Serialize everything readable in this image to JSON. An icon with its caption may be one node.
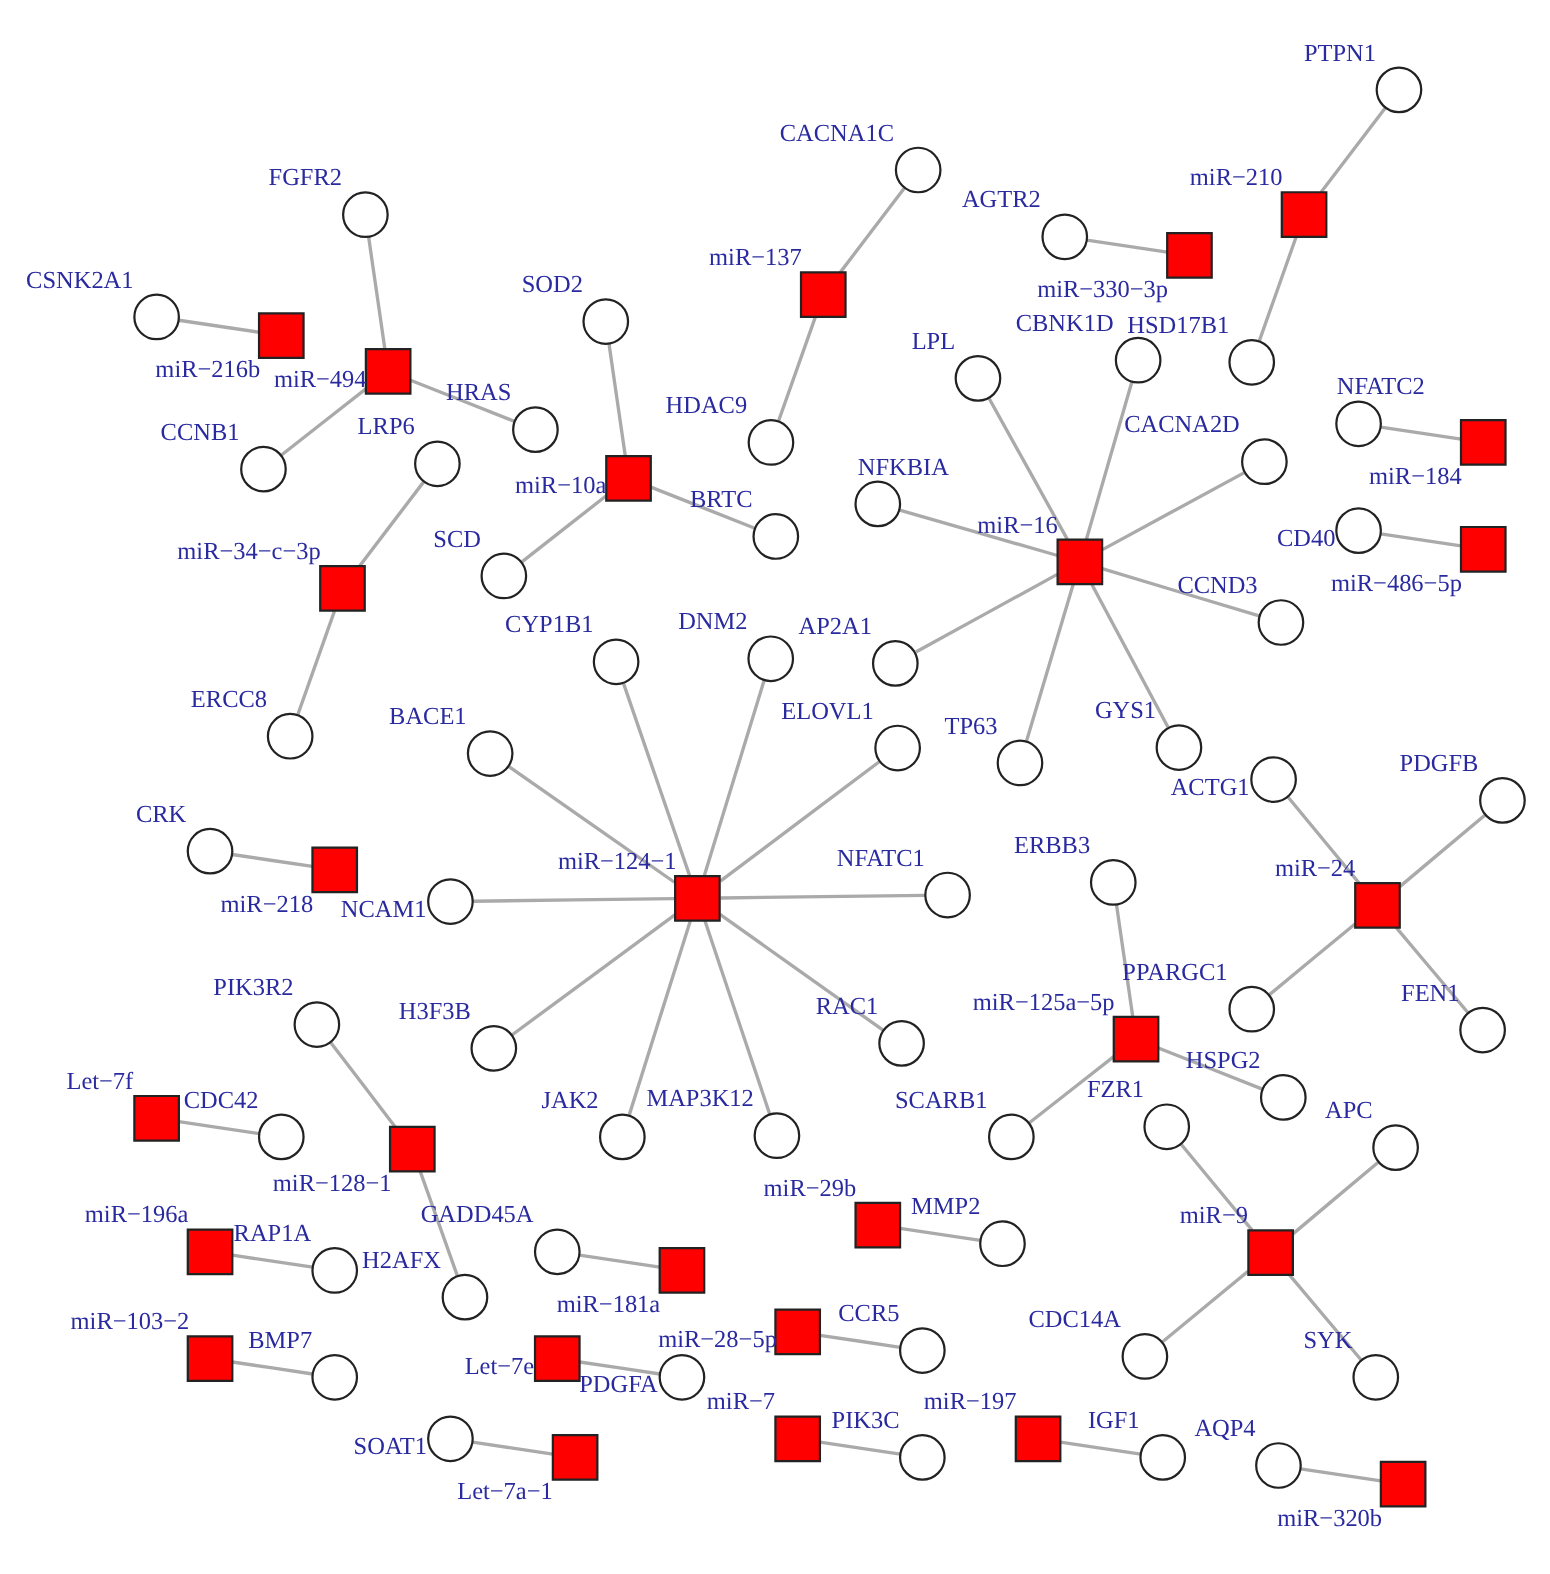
{
  "diagram": {
    "nodes": [
      {
        "text": [
          "SCARB1"
        ]
      },
      {
        "text": [
          "HSPG2"
        ]
      },
      {
        "text": [
          "miR−125a−5p"
        ]
      },
      {
        "text": [
          "ERBB3"
        ]
      },
      {
        "text": [
          "miR−137"
        ]
      },
      {
        "text": [
          "CACNA1C"
        ]
      },
      {
        "text": [
          "HDAC9"
        ]
      },
      {
        "text": [
          "SCD"
        ]
      },
      {
        "text": [
          "BRTC"
        ]
      },
      {
        "text": [
          "miR−10a"
        ]
      },
      {
        "text": [
          "SOD2"
        ]
      },
      {
        "text": [
          "miR−29b"
        ]
      },
      {
        "text": [
          "MMP2"
        ]
      },
      {
        "text": [
          "GADD45A"
        ]
      },
      {
        "text": [
          "miR−181a"
        ]
      },
      {
        "text": [
          "CDC14A"
        ]
      },
      {
        "text": [
          "SYK"
        ]
      },
      {
        "text": [
          "miR−9"
        ]
      },
      {
        "text": [
          "FZR1"
        ]
      },
      {
        "text": [
          "APC"
        ]
      },
      {
        "text": [
          "miR−28−5p"
        ]
      },
      {
        "text": [
          "CCR5"
        ]
      },
      {
        "text": [
          "Let−7e"
        ]
      },
      {
        "text": [
          "PDGFA"
        ]
      },
      {
        "text": [
          "miR−34−c−3p"
        ]
      },
      {
        "text": [
          "LRP6"
        ]
      },
      {
        "text": [
          "ERCC8"
        ]
      },
      {
        "text": [
          "CRK"
        ]
      },
      {
        "text": [
          "miR−218"
        ]
      },
      {
        "text": [
          "miR−196a"
        ]
      },
      {
        "text": [
          "RAP1A"
        ]
      },
      {
        "text": [
          "miR−103−2"
        ]
      },
      {
        "text": [
          "BMP7"
        ]
      },
      {
        "text": [
          "miR−7"
        ]
      },
      {
        "text": [
          "PIK3C"
        ]
      },
      {
        "text": [
          "NFKBIA"
        ]
      },
      {
        "text": [
          "CACNA2D"
        ]
      },
      {
        "text": [
          "GYS1"
        ]
      },
      {
        "text": [
          "CBNK1D"
        ]
      },
      {
        "text": [
          "miR−16"
        ]
      },
      {
        "text": [
          "LPL"
        ]
      },
      {
        "text": [
          "AP2A1"
        ]
      },
      {
        "text": [
          "CCND3"
        ]
      },
      {
        "text": [
          "TP63"
        ]
      },
      {
        "text": [
          "miR−197"
        ]
      },
      {
        "text": [
          "IGF1"
        ]
      },
      {
        "text": [
          "CSNK2A1"
        ]
      },
      {
        "text": [
          "miR−216b"
        ]
      },
      {
        "text": [
          "PIK3R2"
        ]
      },
      {
        "text": [
          "miR−128−1"
        ]
      },
      {
        "text": [
          "H2AFX"
        ]
      },
      {
        "text": [
          "Let−7f"
        ]
      },
      {
        "text": [
          "CDC42"
        ]
      },
      {
        "text": [
          "SOAT1"
        ]
      },
      {
        "text": [
          "Let−7a−1"
        ]
      },
      {
        "text": [
          "AQP4"
        ]
      },
      {
        "text": [
          "miR−320b"
        ]
      },
      {
        "text": [
          "CD40"
        ]
      },
      {
        "text": [
          "miR−486−5p"
        ]
      },
      {
        "text": [
          "NFATC2"
        ]
      },
      {
        "text": [
          "miR−184"
        ]
      },
      {
        "text": [
          "CCNB1"
        ]
      },
      {
        "text": [
          "HRAS"
        ]
      },
      {
        "text": [
          "miR−494"
        ]
      },
      {
        "text": [
          "FGFR2"
        ]
      },
      {
        "text": [
          "AGTR2"
        ]
      },
      {
        "text": [
          "miR−330−3p"
        ]
      },
      {
        "text": [
          "PPARGC1"
        ]
      },
      {
        "text": [
          "FEN1"
        ]
      },
      {
        "text": [
          "miR−24"
        ]
      },
      {
        "text": [
          "ACTG1"
        ]
      },
      {
        "text": [
          "PDGFB"
        ]
      },
      {
        "text": [
          "BACE1"
        ]
      },
      {
        "text": [
          "ELOVL1"
        ]
      },
      {
        "text": [
          "JAK2"
        ]
      },
      {
        "text": [
          "CYP1B1"
        ]
      },
      {
        "text": [
          "DNM2"
        ]
      },
      {
        "text": [
          "miR−124−1"
        ]
      },
      {
        "text": [
          "H3F3B"
        ]
      },
      {
        "text": [
          "NFATC1"
        ]
      },
      {
        "text": [
          "NCAM1"
        ]
      },
      {
        "text": [
          "RAC1"
        ]
      },
      {
        "text": [
          "MAP3K12"
        ]
      },
      {
        "text": [
          "miR−210"
        ]
      },
      {
        "text": [
          "PTPN1"
        ]
      },
      {
        "text": [
          "HSD17B1"
        ]
      }
    ],
    "edges": [
      {
        "from": 2,
        "to": 0,
        "arrow": "none"
      },
      {
        "from": 2,
        "to": 1,
        "arrow": "none"
      },
      {
        "from": 2,
        "to": 3,
        "arrow": "none"
      },
      {
        "from": 4,
        "to": 5,
        "arrow": "none"
      },
      {
        "from": 4,
        "to": 6,
        "arrow": "none"
      },
      {
        "from": 9,
        "to": 7,
        "arrow": "none"
      },
      {
        "from": 9,
        "to": 8,
        "arrow": "none"
      },
      {
        "from": 9,
        "to": 10,
        "arrow": "none"
      },
      {
        "from": 11,
        "to": 12,
        "arrow": "none"
      },
      {
        "from": 14,
        "to": 13,
        "arrow": "none"
      },
      {
        "from": 17,
        "to": 15,
        "arrow": "none"
      },
      {
        "from": 17,
        "to": 16,
        "arrow": "none"
      },
      {
        "from": 17,
        "to": 18,
        "arrow": "none"
      },
      {
        "from": 17,
        "to": 19,
        "arrow": "none"
      },
      {
        "from": 20,
        "to": 21,
        "arrow": "none"
      },
      {
        "from": 22,
        "to": 23,
        "arrow": "none"
      },
      {
        "from": 24,
        "to": 25,
        "arrow": "none"
      },
      {
        "from": 24,
        "to": 26,
        "arrow": "none"
      },
      {
        "from": 28,
        "to": 27,
        "arrow": "none"
      },
      {
        "from": 29,
        "to": 30,
        "arrow": "none"
      },
      {
        "from": 31,
        "to": 32,
        "arrow": "none"
      },
      {
        "from": 33,
        "to": 34,
        "arrow": "none"
      },
      {
        "from": 39,
        "to": 35,
        "arrow": "none"
      },
      {
        "from": 39,
        "to": 36,
        "arrow": "none"
      },
      {
        "from": 39,
        "to": 37,
        "arrow": "none"
      },
      {
        "from": 39,
        "to": 38,
        "arrow": "none"
      },
      {
        "from": 39,
        "to": 40,
        "arrow": "none"
      },
      {
        "from": 39,
        "to": 41,
        "arrow": "none"
      },
      {
        "from": 39,
        "to": 42,
        "arrow": "none"
      },
      {
        "from": 39,
        "to": 43,
        "arrow": "none"
      },
      {
        "from": 44,
        "to": 45,
        "arrow": "none"
      },
      {
        "from": 47,
        "to": 46,
        "arrow": "none"
      },
      {
        "from": 49,
        "to": 48,
        "arrow": "none"
      },
      {
        "from": 49,
        "to": 50,
        "arrow": "none"
      },
      {
        "from": 51,
        "to": 52,
        "arrow": "none"
      },
      {
        "from": 54,
        "to": 53,
        "arrow": "none"
      },
      {
        "from": 56,
        "to": 55,
        "arrow": "none"
      },
      {
        "from": 58,
        "to": 57,
        "arrow": "none"
      },
      {
        "from": 60,
        "to": 59,
        "arrow": "none"
      },
      {
        "from": 63,
        "to": 61,
        "arrow": "none"
      },
      {
        "from": 63,
        "to": 62,
        "arrow": "none"
      },
      {
        "from": 63,
        "to": 64,
        "arrow": "none"
      },
      {
        "from": 66,
        "to": 65,
        "arrow": "none"
      },
      {
        "from": 69,
        "to": 67,
        "arrow": "none"
      },
      {
        "from": 69,
        "to": 68,
        "arrow": "none"
      },
      {
        "from": 69,
        "to": 70,
        "arrow": "none"
      },
      {
        "from": 69,
        "to": 71,
        "arrow": "none"
      },
      {
        "from": 77,
        "to": 72,
        "arrow": "none"
      },
      {
        "from": 77,
        "to": 73,
        "arrow": "none"
      },
      {
        "from": 77,
        "to": 74,
        "arrow": "none"
      },
      {
        "from": 77,
        "to": 75,
        "arrow": "none"
      },
      {
        "from": 77,
        "to": 76,
        "arrow": "none"
      },
      {
        "from": 77,
        "to": 78,
        "arrow": "none"
      },
      {
        "from": 77,
        "to": 79,
        "arrow": "none"
      },
      {
        "from": 77,
        "to": 80,
        "arrow": "none"
      },
      {
        "from": 77,
        "to": 81,
        "arrow": "none"
      },
      {
        "from": 77,
        "to": 82,
        "arrow": "none"
      },
      {
        "from": 83,
        "to": 84,
        "arrow": "none"
      },
      {
        "from": 83,
        "to": 85,
        "arrow": "none"
      }
    ]
  }
}
